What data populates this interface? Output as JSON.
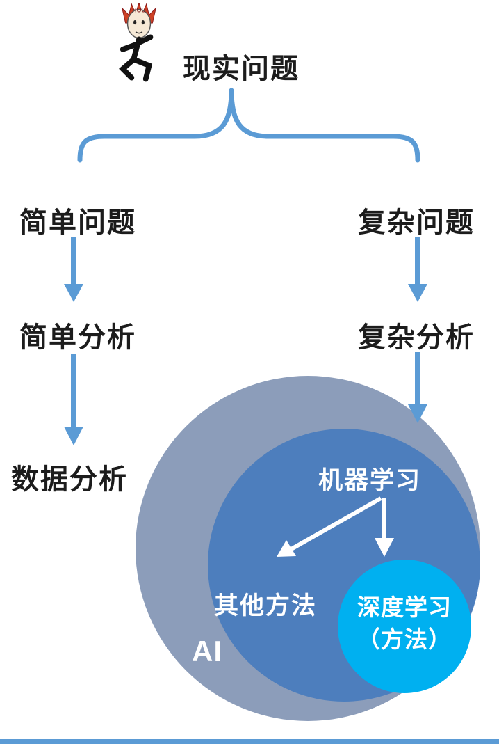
{
  "monkey": {
    "label": "HOU"
  },
  "flow": {
    "root": "现实问题",
    "left": {
      "problem": "简单问题",
      "analysis": "简单分析",
      "result": "数据分析"
    },
    "right": {
      "problem": "复杂问题",
      "analysis": "复杂分析"
    }
  },
  "venn": {
    "outer_label": "AI",
    "middle_label": "机器学习",
    "other_label": "其他方法",
    "inner_label_line1": "深度学习",
    "inner_label_line2": "（方法）"
  },
  "colors": {
    "arrow_blue": "#5b9bd5",
    "outer_circle": "#8c9dba",
    "middle_circle": "#4d7ebd",
    "inner_circle": "#00b0f0",
    "text_dark": "#1c1c1c",
    "text_light": "#ffffff",
    "monkey_hair": "#cc4125"
  }
}
